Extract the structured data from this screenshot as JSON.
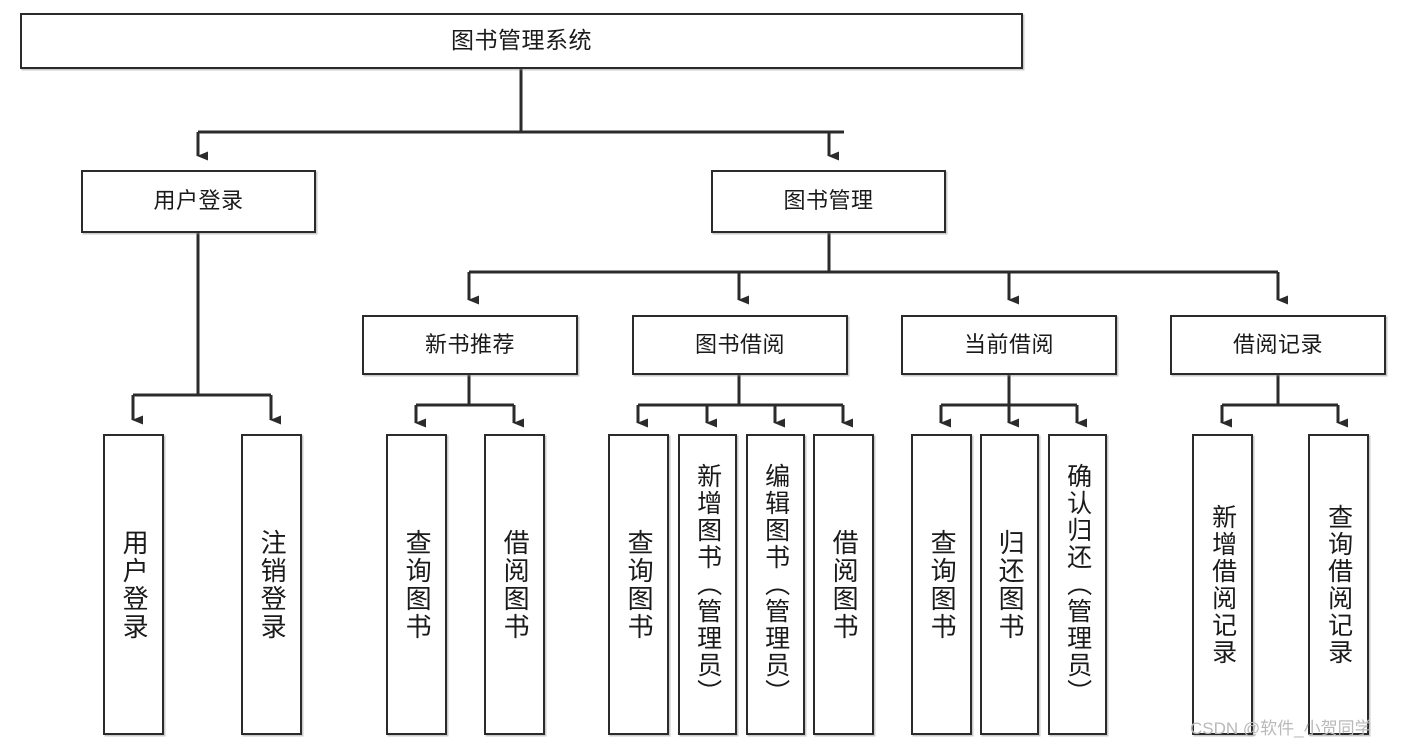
{
  "diagram": {
    "title": "图书管理系统",
    "type": "tree-hierarchy-diagram",
    "colors": {
      "box_border": "#2b2b2b",
      "box_fill": "#ffffff",
      "connector": "#2b2b2b",
      "text": "#1a1a1a",
      "watermark": "#b9b9b9",
      "background": "#ffffff"
    },
    "levels": {
      "root": "图书管理系统",
      "level2": [
        "用户登录",
        "图书管理"
      ],
      "level3": [
        "新书推荐",
        "图书借阅",
        "当前借阅",
        "借阅记录"
      ]
    },
    "nodes": {
      "root": {
        "label": "图书管理系统"
      },
      "user_login": {
        "label": "用户登录"
      },
      "book_manage": {
        "label": "图书管理"
      },
      "new_book_rec": {
        "label": "新书推荐"
      },
      "book_borrow": {
        "label": "图书借阅"
      },
      "current_borrow": {
        "label": "当前借阅"
      },
      "borrow_record": {
        "label": "借阅记录"
      },
      "leaf_user_login": {
        "label": "用户登录"
      },
      "leaf_logout": {
        "label": "注销登录"
      },
      "leaf_query_book_1": {
        "label": "查询图书"
      },
      "leaf_borrow_book_1": {
        "label": "借阅图书"
      },
      "leaf_query_book_2": {
        "label": "查询图书"
      },
      "leaf_add_book": {
        "label": "新增图书（管理员）"
      },
      "leaf_edit_book": {
        "label": "编辑图书（管理员）"
      },
      "leaf_borrow_book_2": {
        "label": "借阅图书"
      },
      "leaf_query_book_3": {
        "label": "查询图书"
      },
      "leaf_return_book": {
        "label": "归还图书"
      },
      "leaf_confirm_return": {
        "label": "确认归还（管理员）"
      },
      "leaf_add_record": {
        "label": "新增借阅记录"
      },
      "leaf_query_record": {
        "label": "查询借阅记录"
      }
    },
    "edges": [
      {
        "from": "root",
        "to": "user_login"
      },
      {
        "from": "root",
        "to": "book_manage"
      },
      {
        "from": "user_login",
        "to": "leaf_user_login"
      },
      {
        "from": "user_login",
        "to": "leaf_logout"
      },
      {
        "from": "book_manage",
        "to": "new_book_rec"
      },
      {
        "from": "book_manage",
        "to": "book_borrow"
      },
      {
        "from": "book_manage",
        "to": "current_borrow"
      },
      {
        "from": "book_manage",
        "to": "borrow_record"
      },
      {
        "from": "new_book_rec",
        "to": "leaf_query_book_1"
      },
      {
        "from": "new_book_rec",
        "to": "leaf_borrow_book_1"
      },
      {
        "from": "book_borrow",
        "to": "leaf_query_book_2"
      },
      {
        "from": "book_borrow",
        "to": "leaf_add_book"
      },
      {
        "from": "book_borrow",
        "to": "leaf_edit_book"
      },
      {
        "from": "book_borrow",
        "to": "leaf_borrow_book_2"
      },
      {
        "from": "current_borrow",
        "to": "leaf_query_book_3"
      },
      {
        "from": "current_borrow",
        "to": "leaf_return_book"
      },
      {
        "from": "current_borrow",
        "to": "leaf_confirm_return"
      },
      {
        "from": "borrow_record",
        "to": "leaf_add_record"
      },
      {
        "from": "borrow_record",
        "to": "leaf_query_record"
      }
    ]
  },
  "watermark": {
    "text": "CSDN @软件_小贺同学"
  }
}
